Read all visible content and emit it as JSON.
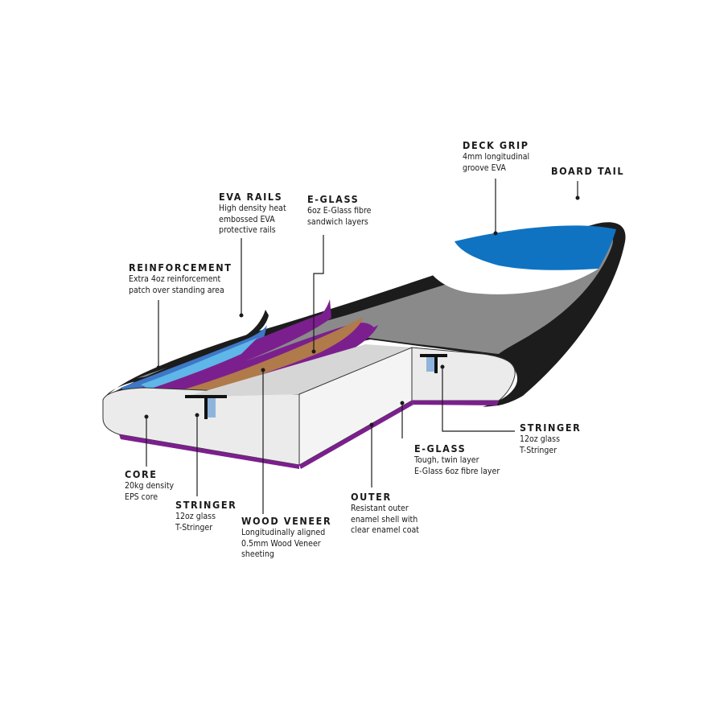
{
  "labels": {
    "deck_grip": {
      "title": "DECK GRIP",
      "lines": [
        "4mm longitudinal",
        "groove EVA"
      ]
    },
    "board_tail": {
      "title": "BOARD TAIL",
      "lines": []
    },
    "eva_rails": {
      "title": "EVA RAILS",
      "lines": [
        "High density heat",
        "embossed EVA",
        "protective rails"
      ]
    },
    "e_glass_top": {
      "title": "E-GLASS",
      "lines": [
        "6oz E-Glass fibre",
        "sandwich layers"
      ]
    },
    "reinforcement": {
      "title": "REINFORCEMENT",
      "lines": [
        "Extra 4oz reinforcement",
        "patch over standing area"
      ]
    },
    "stringer_right": {
      "title": "STRINGER",
      "lines": [
        "12oz glass",
        "T-Stringer"
      ]
    },
    "e_glass_bottom": {
      "title": "E-GLASS",
      "lines": [
        "Tough, twin layer",
        "E-Glass 6oz fibre layer"
      ]
    },
    "outer": {
      "title": "OUTER",
      "lines": [
        "Resistant outer",
        "enamel shell with",
        "clear enamel coat"
      ]
    },
    "core": {
      "title": "CORE",
      "lines": [
        "20kg density",
        "EPS core"
      ]
    },
    "stringer_left": {
      "title": "STRINGER",
      "lines": [
        "12oz glass",
        "T-Stringer"
      ]
    },
    "wood_veneer": {
      "title": "WOOD VENEER",
      "lines": [
        "Longitudinally aligned",
        "0.5mm Wood Veneer",
        "sheeting"
      ]
    }
  },
  "colors": {
    "outer_shell": "#1c1c1c",
    "deck_gray": "#8a8a8b",
    "deck_blue": "#0f73c2",
    "white_stripe": "#ffffff",
    "core": "#e6e6e6",
    "core_side": "#d4d4d4",
    "purple": "#7c1f8e",
    "wood": "#b07a4a",
    "light_blue": "#5fb6e8",
    "stringer_blue": "#8fb4dc",
    "leader": "#1a1a1a"
  }
}
